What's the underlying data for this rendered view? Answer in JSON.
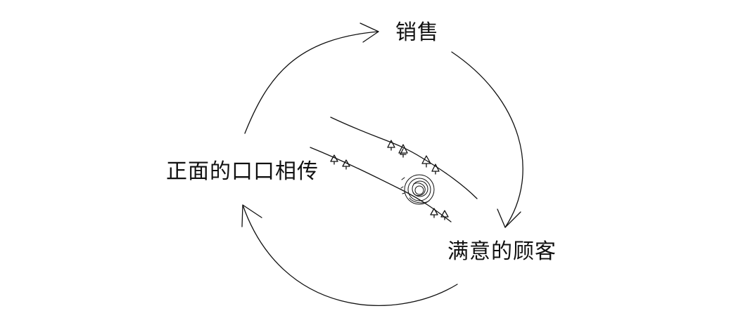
{
  "diagram": {
    "nodes": {
      "sales": "销售",
      "satisfied_customers": "满意的顾客",
      "word_of_mouth": "正面的口口相传"
    },
    "flow": [
      "销售",
      "满意的顾客",
      "正面的口口相传"
    ],
    "illustration": "snowball-rolling-down-hill",
    "colors": {
      "line": "#111111",
      "background": "#ffffff"
    }
  }
}
